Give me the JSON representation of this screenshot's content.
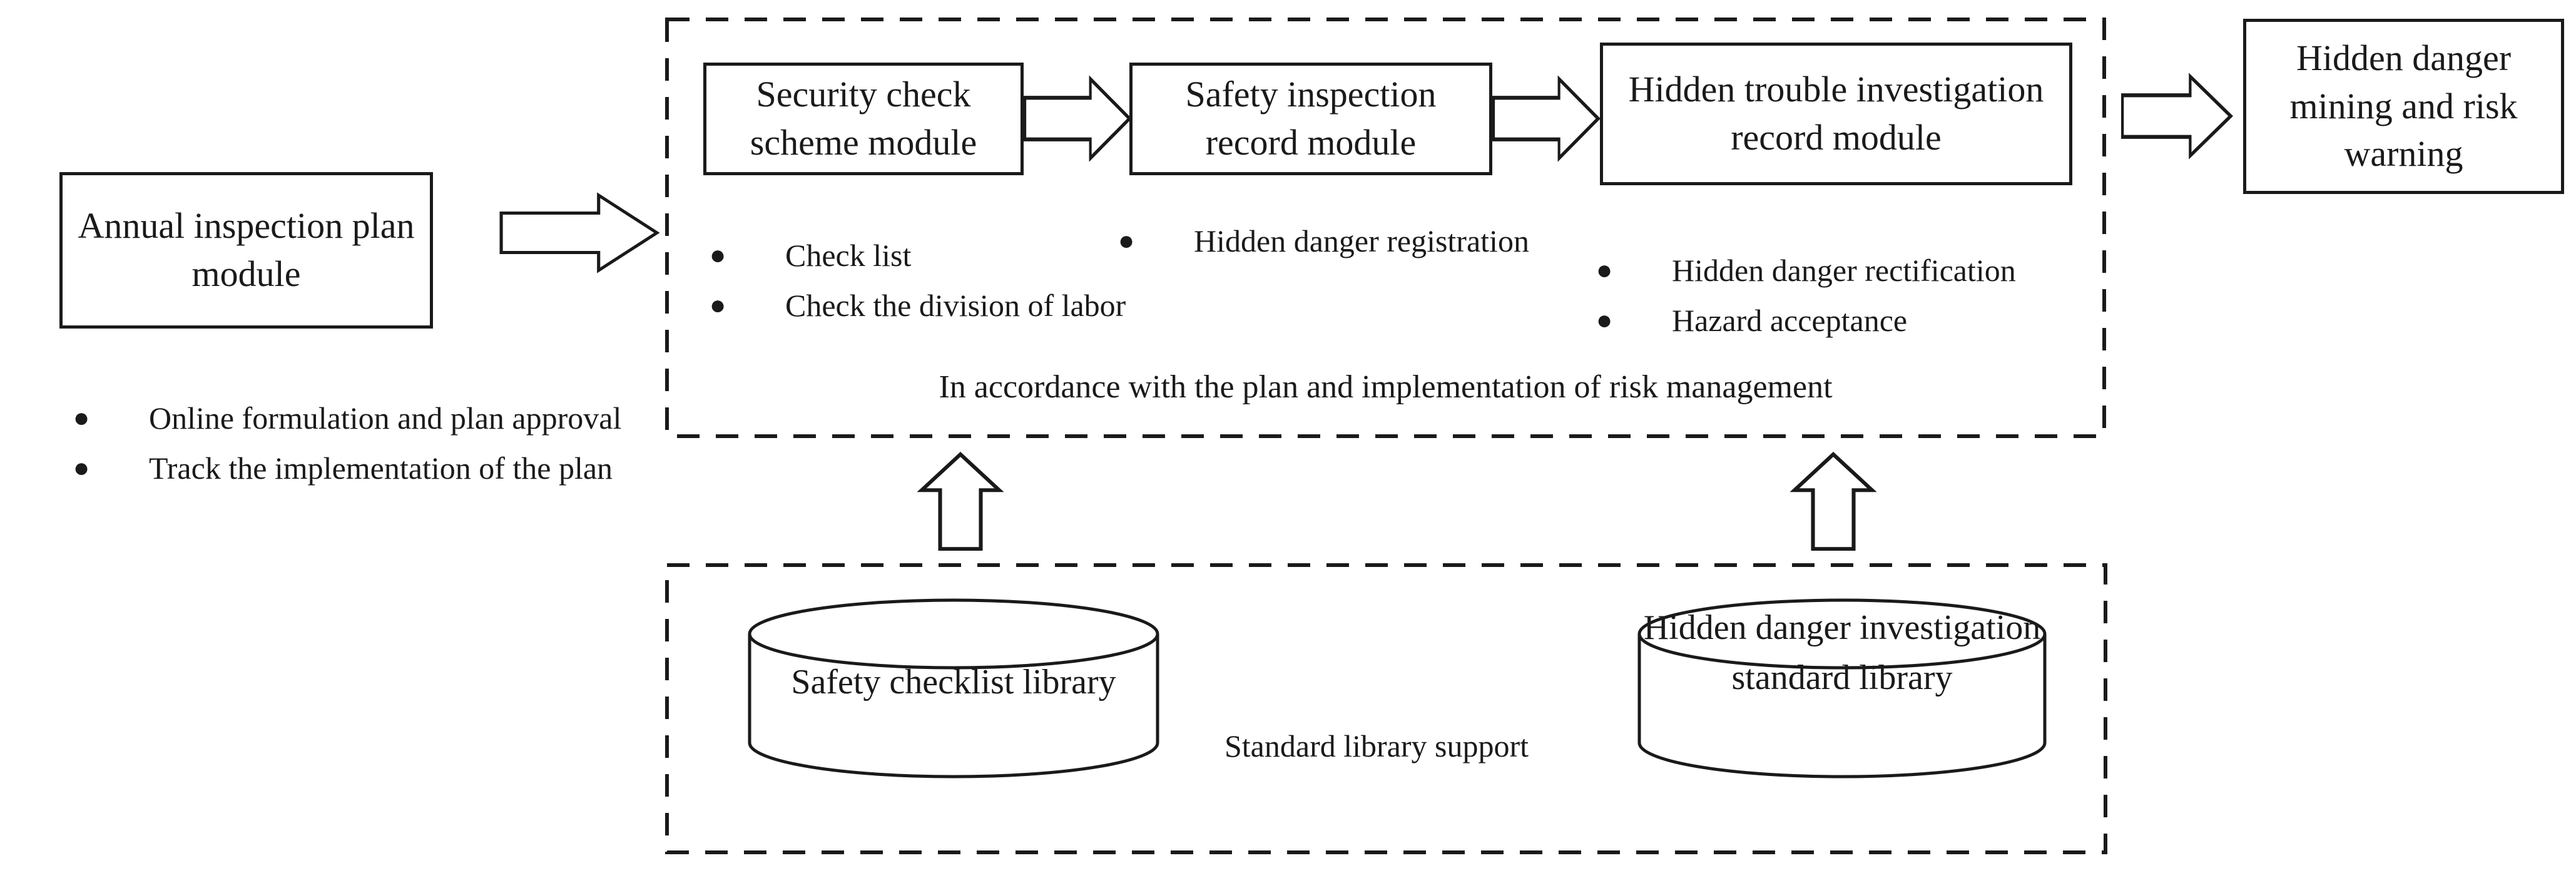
{
  "diagram": {
    "left_module": {
      "label": "Annual inspection plan module",
      "bullets": [
        "Online formulation and plan approval",
        "Track the implementation of the plan"
      ]
    },
    "process_container": {
      "modules": [
        {
          "label": "Security check scheme module",
          "bullets": [
            "Check list",
            "Check the division of labor"
          ]
        },
        {
          "label": "Safety inspection record module",
          "bullets": [
            "Hidden danger registration"
          ]
        },
        {
          "label": "Hidden trouble investigation record module",
          "bullets": [
            "Hidden danger rectification",
            "Hazard acceptance"
          ]
        }
      ],
      "caption": "In accordance with the plan and implementation of risk management"
    },
    "output_module": {
      "label": "Hidden danger mining and risk warning"
    },
    "support_container": {
      "databases": [
        {
          "label": "Safety checklist library"
        },
        {
          "label": "Hidden danger investigation standard library"
        }
      ],
      "caption": "Standard library support"
    },
    "icons": {
      "bullet": "●"
    },
    "colors": {
      "line": "#1a1a1a",
      "background": "#ffffff"
    }
  }
}
